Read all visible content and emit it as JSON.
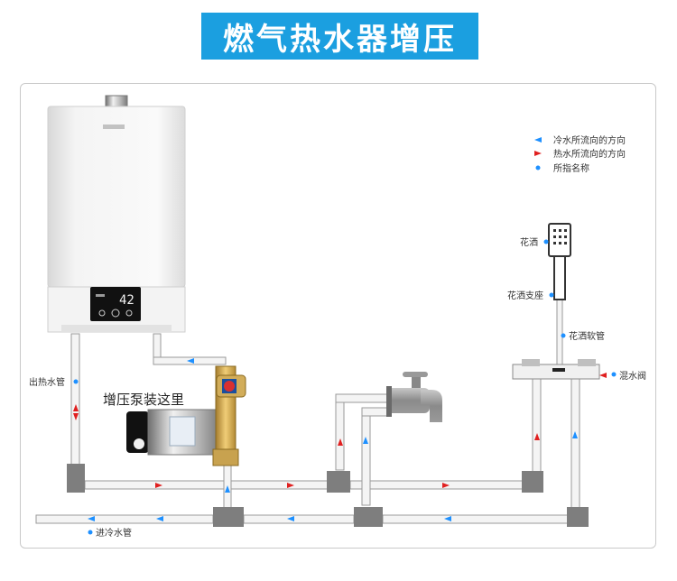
{
  "title": "燃气热水器增压",
  "legend": {
    "cold_flow": "冷水所流向的方向",
    "hot_flow": "热水所流向的方向",
    "pointer": "所指名称"
  },
  "heater": {
    "display": "42"
  },
  "labels": {
    "hot_outlet": "出热水管",
    "cold_inlet": "进冷水管",
    "pump": "增压泵装这里",
    "shower": "花洒",
    "shower_holder": "花洒支座",
    "shower_hose": "花洒软管",
    "mixing_valve": "混水阀"
  },
  "colors": {
    "banner": "#1b9fe0",
    "cold_arrow": "#1e90ff",
    "hot_arrow": "#e02020",
    "pipe_fill": "#f4f4f4",
    "pipe_stroke": "#9a9a9a",
    "fitting": "#7e7e7e"
  }
}
